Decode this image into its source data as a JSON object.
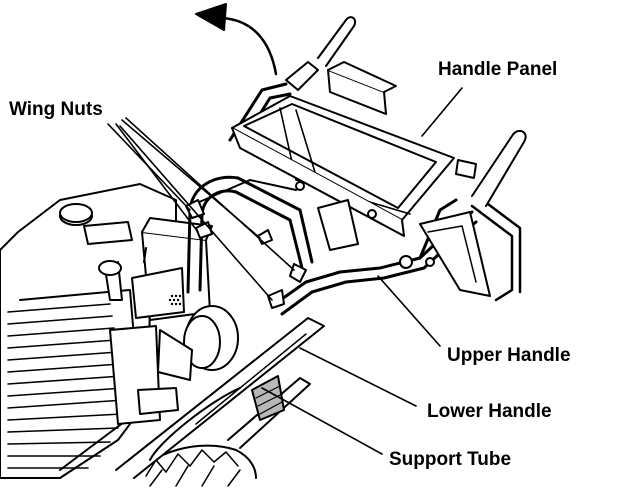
{
  "labels": {
    "handle_panel": "Handle Panel",
    "wing_nuts": "Wing Nuts",
    "upper_handle": "Upper Handle",
    "lower_handle": "Lower Handle",
    "support_tube": "Support Tube"
  },
  "colors": {
    "ink": "#000000",
    "paper": "#ffffff",
    "shade": "#b8b8b8"
  }
}
